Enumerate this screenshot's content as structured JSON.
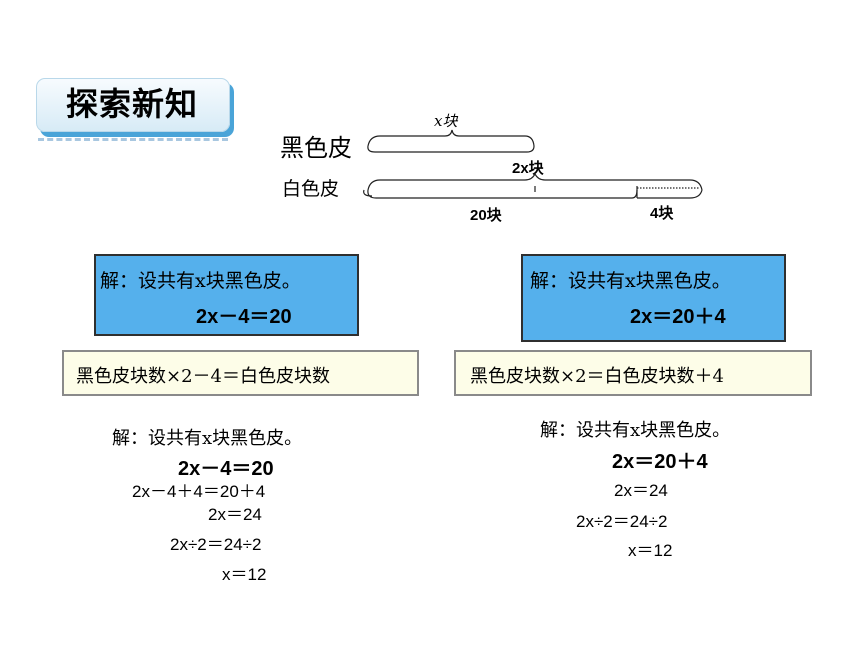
{
  "title": "探索新知",
  "diagram": {
    "black_label": "黑色皮",
    "white_label": "白色皮",
    "black_brace_label": "x块",
    "white_top_brace_label": "2x块",
    "white_bottom_left_label": "20块",
    "white_bottom_right_label": "4块"
  },
  "left_box": {
    "line1": "解：设共有x块黑色皮。",
    "line2": "2x－4＝20"
  },
  "right_box": {
    "line1": "解：设共有x块黑色皮。",
    "line2": "2x＝20＋4"
  },
  "left_relation": "黑色皮块数×2－4＝白色皮块数",
  "right_relation": "黑色皮块数×2＝白色皮块数＋4",
  "left_solution": {
    "intro": "解：设共有x块黑色皮。",
    "equation": "2x－4＝20",
    "steps": [
      "2x－4＋4＝20＋4",
      "2x＝24",
      "2x÷2＝24÷2",
      "x＝12"
    ]
  },
  "right_solution": {
    "intro": "解：设共有x块黑色皮。",
    "equation": "2x＝20＋4",
    "steps": [
      "2x＝24",
      "2x÷2＝24÷2",
      "x＝12"
    ]
  }
}
